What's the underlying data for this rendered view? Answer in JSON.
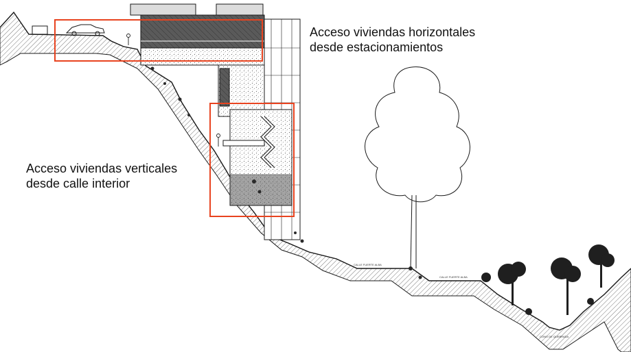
{
  "annotations": {
    "horizontal_access": {
      "line1": "Acceso viviendas horizontales",
      "line2": "desde estacionamientos"
    },
    "vertical_access": {
      "line1": "Acceso viviendas verticales",
      "line2": "desde calle  interior"
    }
  },
  "ground_labels": {
    "street_upper": "CALLE FUERTE ALBA",
    "street_lower": "CALLE FUERTE ALBA",
    "ravine_bottom": "CONO DE QUEBRADA"
  },
  "colors": {
    "highlight": "#e8431f",
    "linework": "#1a1a1a",
    "dark_panel": "#4a4a4a"
  }
}
